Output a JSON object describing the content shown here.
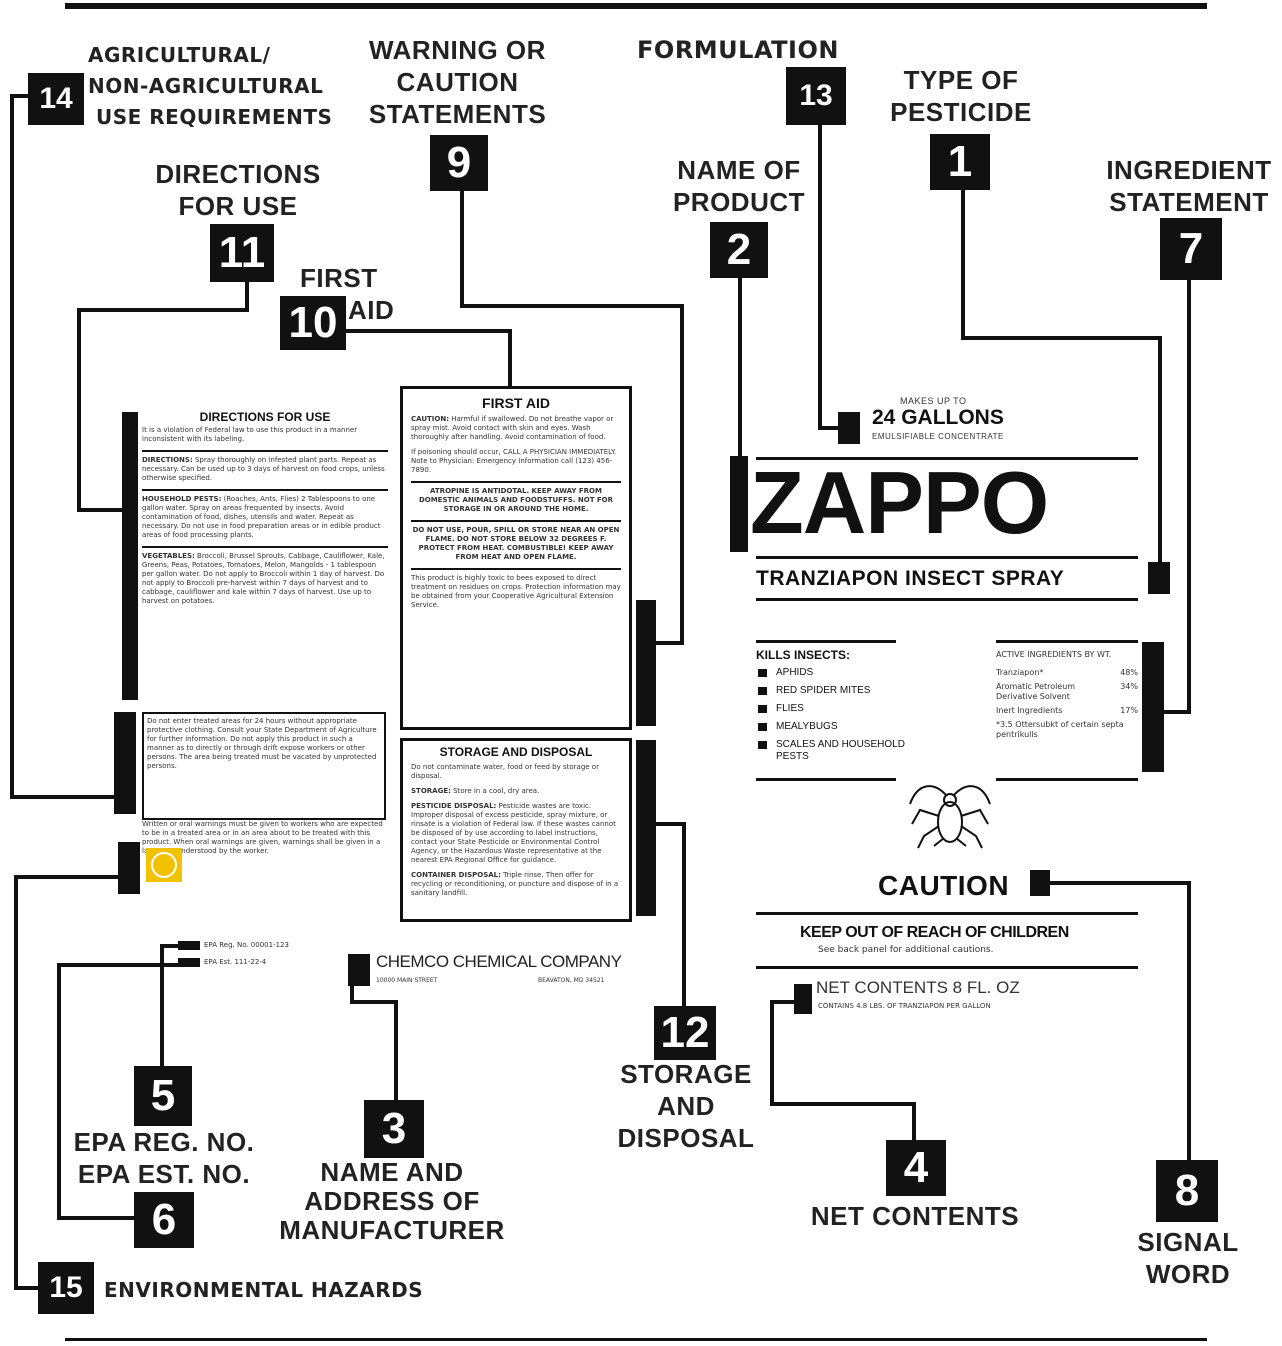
{
  "callouts": {
    "c14": {
      "num": "14",
      "text": [
        "AGRICULTURAL/",
        "NON-AGRICULTURAL",
        "USE REQUIREMENTS"
      ]
    },
    "c9": {
      "num": "9",
      "text": [
        "WARNING OR",
        "CAUTION",
        "STATEMENTS"
      ]
    },
    "c13": {
      "num": "13",
      "text": [
        "FORMULATION"
      ]
    },
    "c1": {
      "num": "1",
      "text": [
        "TYPE OF",
        "PESTICIDE"
      ]
    },
    "c7": {
      "num": "7",
      "text": [
        "INGREDIENT",
        "STATEMENT"
      ]
    },
    "c2": {
      "num": "2",
      "text": [
        "NAME OF",
        "PRODUCT"
      ]
    },
    "c11": {
      "num": "11",
      "text": [
        "DIRECTIONS",
        "FOR USE"
      ]
    },
    "c10": {
      "num": "10",
      "text": [
        "FIRST",
        "AID"
      ]
    },
    "c12": {
      "num": "12",
      "text": [
        "STORAGE",
        "AND",
        "DISPOSAL"
      ]
    },
    "c5": {
      "num": "5",
      "text": [
        "EPA REG. NO.",
        "EPA EST. NO."
      ]
    },
    "c6": {
      "num": "6"
    },
    "c3": {
      "num": "3",
      "text": [
        "NAME AND",
        "ADDRESS OF",
        "MANUFACTURER"
      ]
    },
    "c4": {
      "num": "4",
      "text": [
        "NET CONTENTS"
      ]
    },
    "c8": {
      "num": "8",
      "text": [
        "SIGNAL",
        "WORD"
      ]
    },
    "c15": {
      "num": "15",
      "text": [
        "ENVIRONMENTAL HAZARDS"
      ]
    }
  },
  "label": {
    "directions_title": "DIRECTIONS FOR USE",
    "first_aid_title": "FIRST AID",
    "first_aid_caution": "CAUTION:",
    "first_aid_block2": "ATROPINE IS ANTIDOTAL. KEEP AWAY FROM DOMESTIC ANIMALS AND FOODSTUFFS. NOT FOR STORAGE IN OR AROUND THE HOME.",
    "first_aid_block3": "DO NOT USE, POUR, SPILL OR STORE NEAR AN OPEN FLAME. DO NOT STORE BELOW 32 DEGREES F. PROTECT FROM HEAT. COMBUSTIBLE! KEEP AWAY FROM HEAT AND OPEN FLAME.",
    "storage_title": "STORAGE AND DISPOSAL",
    "storage_labels": [
      "STORAGE:",
      "PESTICIDE DISPOSAL:",
      "CONTAINER DISPOSAL:"
    ],
    "directions_labels": [
      "DIRECTIONS:",
      "HOUSEHOLD PESTS:",
      "VEGETABLES:"
    ],
    "epa_reg": "EPA Reg. No. 00001-123",
    "epa_est": "EPA Est. 111-22-4",
    "company_name": "CHEMCO CHEMICAL COMPANY",
    "company_street": "10000 MAIN STREET",
    "company_city": "BEAVATON, MD 34521",
    "makes_up_to": "MAKES UP TO",
    "gallons": "24 GALLONS",
    "formulation": "EMULSIFIABLE CONCENTRATE",
    "product_name": "ZAPPO",
    "product_subtitle": "TRANZIAPON INSECT SPRAY",
    "kills_title": "KILLS INSECTS:",
    "kills_items": [
      "APHIDS",
      "RED SPIDER MITES",
      "FLIES",
      "MEALYBUGS",
      "SCALES AND HOUSEHOLD PESTS"
    ],
    "active_title": "ACTIVE INGREDIENTS BY WT.",
    "active_rows": [
      {
        "name": "Tranziapon*",
        "pct": "48%"
      },
      {
        "name": "Aromatic Petroleum Derivative Solvent",
        "pct": "34%"
      },
      {
        "name": "Inert Ingredients",
        "pct": "17%"
      }
    ],
    "active_note": "*3.5 Ottersubkt of certain septa pentrikulls",
    "signal_word": "CAUTION",
    "keep_out": "KEEP OUT OF REACH OF CHILDREN",
    "see_back": "See back panel for additional cautions.",
    "net_contents": "NET CONTENTS 8 FL. OZ",
    "net_contents_sub": "CONTAINS 4.8 LBS. OF TRANZIAPON PER GALLON"
  },
  "colors": {
    "ink": "#111111",
    "label_bg": "#ffffff",
    "hazard_symbol": "#f2c200"
  }
}
